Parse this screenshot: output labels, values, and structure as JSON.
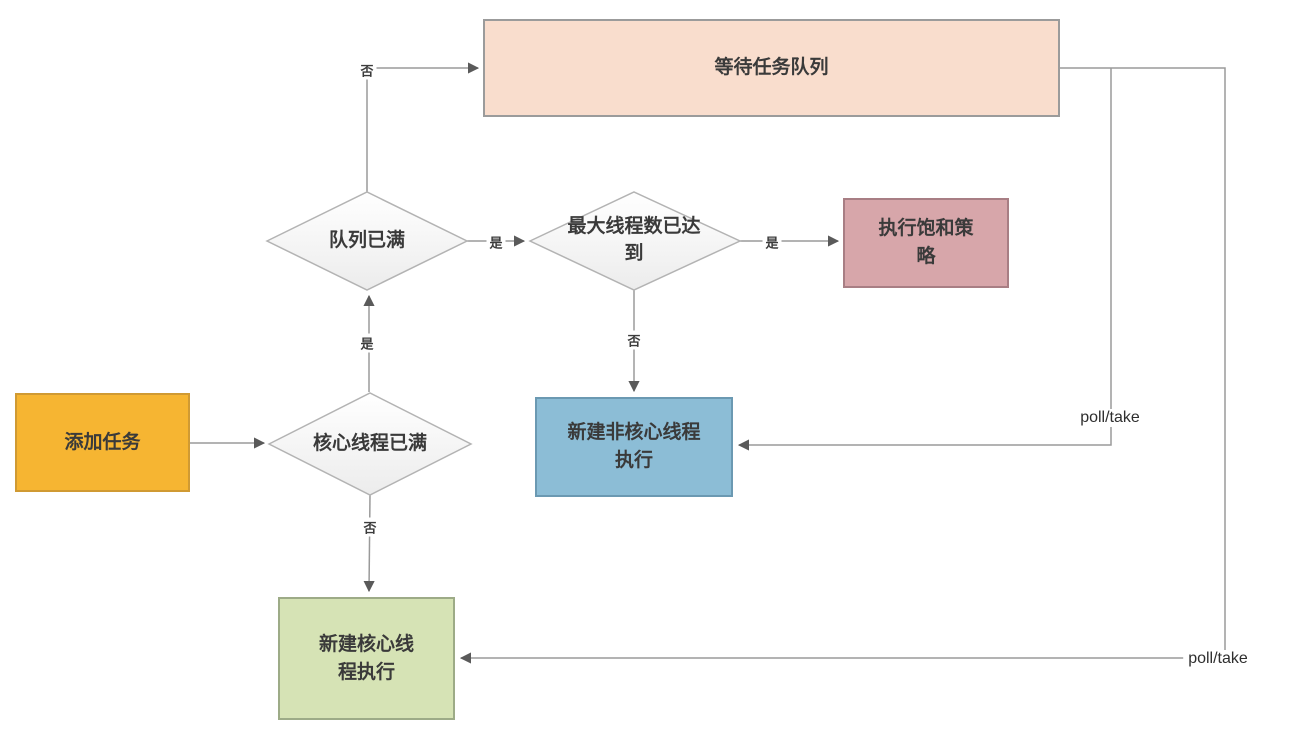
{
  "nodes": {
    "add_task": {
      "label": "添加任务"
    },
    "core_thread_full": {
      "label": "核心线程已满"
    },
    "queue_full": {
      "label": "队列已满"
    },
    "wait_task_queue": {
      "label": "等待任务队列"
    },
    "max_thread_reached": {
      "label": "最大线程数已达到"
    },
    "saturation_policy": {
      "label": "执行饱和策略"
    },
    "create_non_core_thread": {
      "label": "新建非核心线程执行"
    },
    "create_core_thread": {
      "label": "新建核心线程执行"
    }
  },
  "edge_labels": {
    "core_full_yes": "是",
    "core_full_no": "否",
    "queue_full_yes": "是",
    "queue_full_no": "否",
    "max_reached_yes": "是",
    "max_reached_no": "否",
    "poll_take_upper": "poll/take",
    "poll_take_lower": "poll/take"
  },
  "colors": {
    "add_task_fill": "#f6b532",
    "add_task_border": "#d09a33",
    "wait_queue_fill": "#f9ddcd",
    "wait_queue_border": "#9b9b9b",
    "saturation_fill": "#d7a6aa",
    "saturation_border": "#a87e84",
    "non_core_fill": "#8cbdd6",
    "non_core_border": "#6b99b2",
    "core_thread_fill": "#d6e3b5",
    "core_thread_border": "#9dab87",
    "diamond_fill_top": "#ffffff",
    "diamond_fill_bottom": "#ececec",
    "diamond_border": "#b3b3b3",
    "line": "#9a9a9a",
    "arrow": "#5a5a5a",
    "text": "#3a3a3a"
  }
}
